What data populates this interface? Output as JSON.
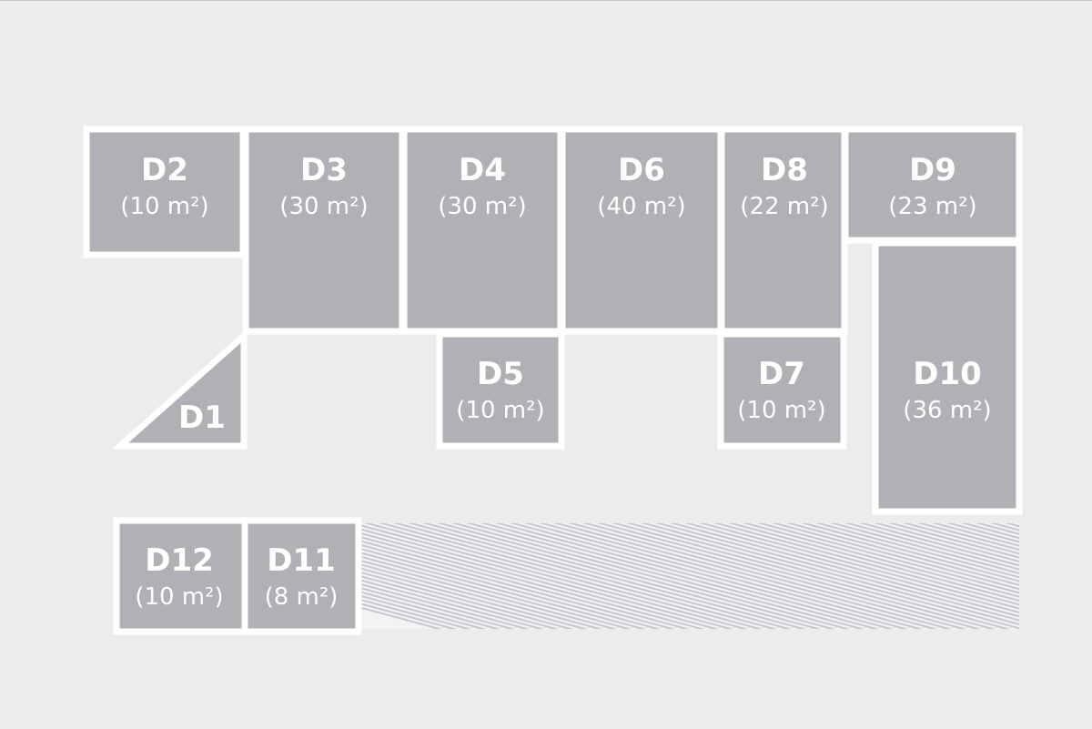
{
  "units": [
    {
      "id": "d1",
      "name": "D1",
      "area": ""
    },
    {
      "id": "d2",
      "name": "D2",
      "area": "10 m²"
    },
    {
      "id": "d3",
      "name": "D3",
      "area": "30 m²"
    },
    {
      "id": "d4",
      "name": "D4",
      "area": "30 m²"
    },
    {
      "id": "d5",
      "name": "D5",
      "area": "10 m²"
    },
    {
      "id": "d6",
      "name": "D6",
      "area": "40 m²"
    },
    {
      "id": "d7",
      "name": "D7",
      "area": "10 m²"
    },
    {
      "id": "d8",
      "name": "D8",
      "area": "22 m²"
    },
    {
      "id": "d9",
      "name": "D9",
      "area": "23 m²"
    },
    {
      "id": "d10",
      "name": "D10",
      "area": "36 m²"
    },
    {
      "id": "d11",
      "name": "D11",
      "area": "8 m²"
    },
    {
      "id": "d12",
      "name": "D12",
      "area": "10 m²"
    }
  ],
  "colors": {
    "background": "#ececec",
    "unit_fill": "#b1b0b5",
    "unit_border": "#ffffff",
    "label": "#ffffff",
    "hatch_fill": "#f3f3f5",
    "hatch_line": "#c8c8cc"
  }
}
